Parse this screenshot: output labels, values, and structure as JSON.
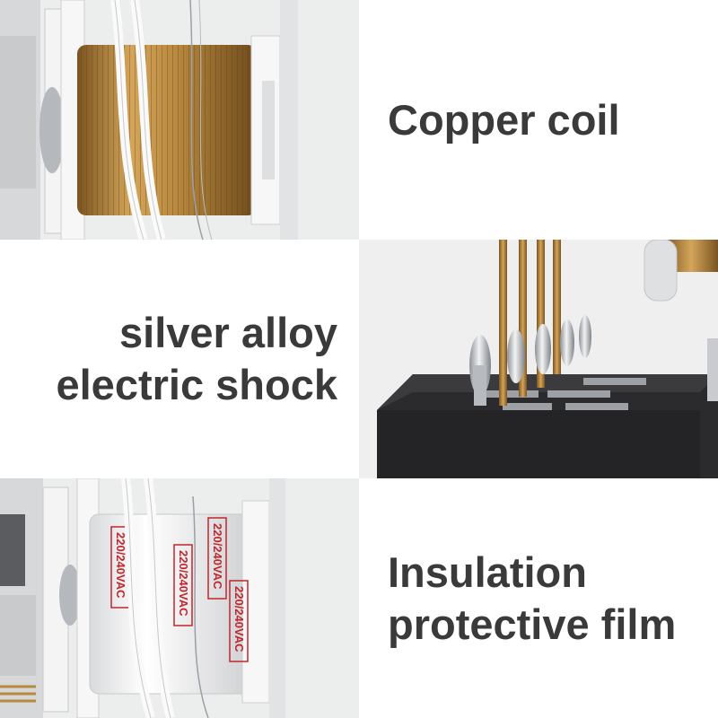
{
  "panels": {
    "copper_coil": {
      "lines": [
        "Copper coil"
      ]
    },
    "silver_alloy": {
      "lines": [
        "silver alloy",
        "electric shock"
      ]
    },
    "insulation": {
      "lines": [
        "Insulation",
        "protective film"
      ]
    }
  },
  "coil_sticker_text": "220/240VAC",
  "icons": [
    "copper-coil-image",
    "silver-contacts-image",
    "insulated-coil-image"
  ],
  "colors": {
    "text": "#3a3a3a",
    "copper": "#b8893f",
    "sticker_red": "#c0262d",
    "relay_base": "#2b2b2d",
    "photo_bg": "#e9eaec"
  }
}
